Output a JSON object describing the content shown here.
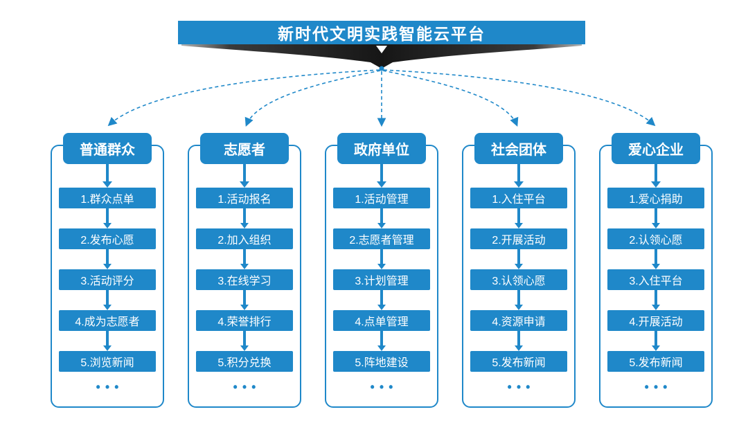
{
  "title": "新时代文明实践智能云平台",
  "colors": {
    "primary_blue": "#1f88c9",
    "ribbon_dark": "#1c1c1c",
    "background": "#ffffff",
    "text_on_blue": "#ffffff"
  },
  "ellipsis": "•••",
  "columns": [
    {
      "header": "普通群众",
      "items": [
        "1.群众点单",
        "2.发布心愿",
        "3.活动评分",
        "4.成为志愿者",
        "5.浏览新闻"
      ]
    },
    {
      "header": "志愿者",
      "items": [
        "1.活动报名",
        "2.加入组织",
        "3.在线学习",
        "4.荣誉排行",
        "5.积分兑换"
      ]
    },
    {
      "header": "政府单位",
      "items": [
        "1.活动管理",
        "2.志愿者管理",
        "3.计划管理",
        "4.点单管理",
        "5.阵地建设"
      ]
    },
    {
      "header": "社会团体",
      "items": [
        "1.入住平台",
        "2.开展活动",
        "3.认领心愿",
        "4.资源申请",
        "5.发布新闻"
      ]
    },
    {
      "header": "爱心企业",
      "items": [
        "1.爱心捐助",
        "2.认领心愿",
        "3.入住平台",
        "4.开展活动",
        "5.发布新闻"
      ]
    }
  ]
}
